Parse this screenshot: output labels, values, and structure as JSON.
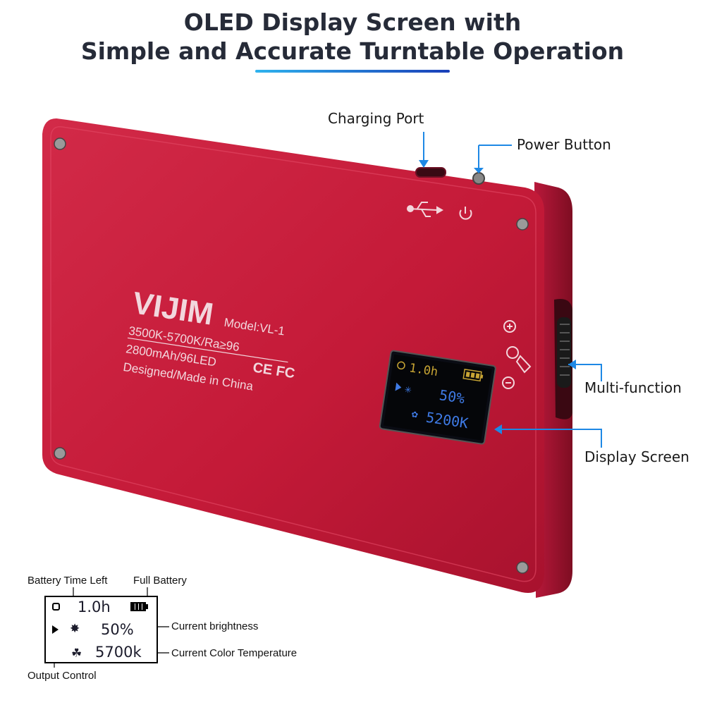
{
  "header": {
    "line1": "OLED Display Screen with",
    "line2": "Simple and Accurate Turntable Operation",
    "accent_gradient": [
      "#2fb3ee",
      "#1a3fb8"
    ]
  },
  "device": {
    "body_color": "#c81e3c",
    "brand": "VIJIM",
    "model": "Model:VL-1",
    "spec_line1": "3500K-5700K/Ra≥96",
    "spec_line2": "2800mAh/96LED",
    "cert": "CE FC",
    "made_in": "Designed/Made in China",
    "oled": {
      "battery_time": "1.0h",
      "brightness": "50%",
      "color_temp": "5200K"
    },
    "icons": [
      "usb-icon",
      "power-icon",
      "plus-icon",
      "brightness-knob-icon",
      "minus-icon",
      "battery-icon"
    ]
  },
  "callouts": {
    "charging_port": "Charging Port",
    "power_button": "Power Button",
    "multi_function": "Multi-function",
    "display_screen": "Display Screen",
    "line_color": "#1e88e5"
  },
  "diagram": {
    "battery_time_left": "Battery Time Left",
    "full_battery": "Full Battery",
    "time_value": "1.0h",
    "brightness_value": "50%",
    "current_brightness": "Current brightness",
    "temp_value": "5700k",
    "current_color_temperature": "Current Color Temperature",
    "output_control": "Output Control"
  }
}
